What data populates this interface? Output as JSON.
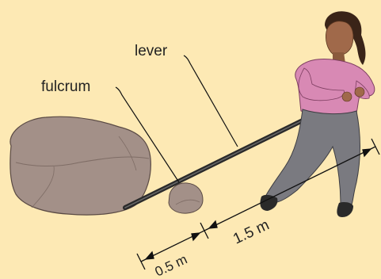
{
  "background": "#fde9b4",
  "colors": {
    "rock": "#a39088",
    "rock_dark": "#7f6d66",
    "lever": "#2a2a2a",
    "shirt": "#d889b4",
    "pants": "#7a7a80",
    "skin": "#a0694a",
    "hair": "#3a2418"
  },
  "labels": {
    "lever": "lever",
    "fulcrum": "fulcrum",
    "long_distance": "1.5 m",
    "short_distance": "0.5 m"
  }
}
